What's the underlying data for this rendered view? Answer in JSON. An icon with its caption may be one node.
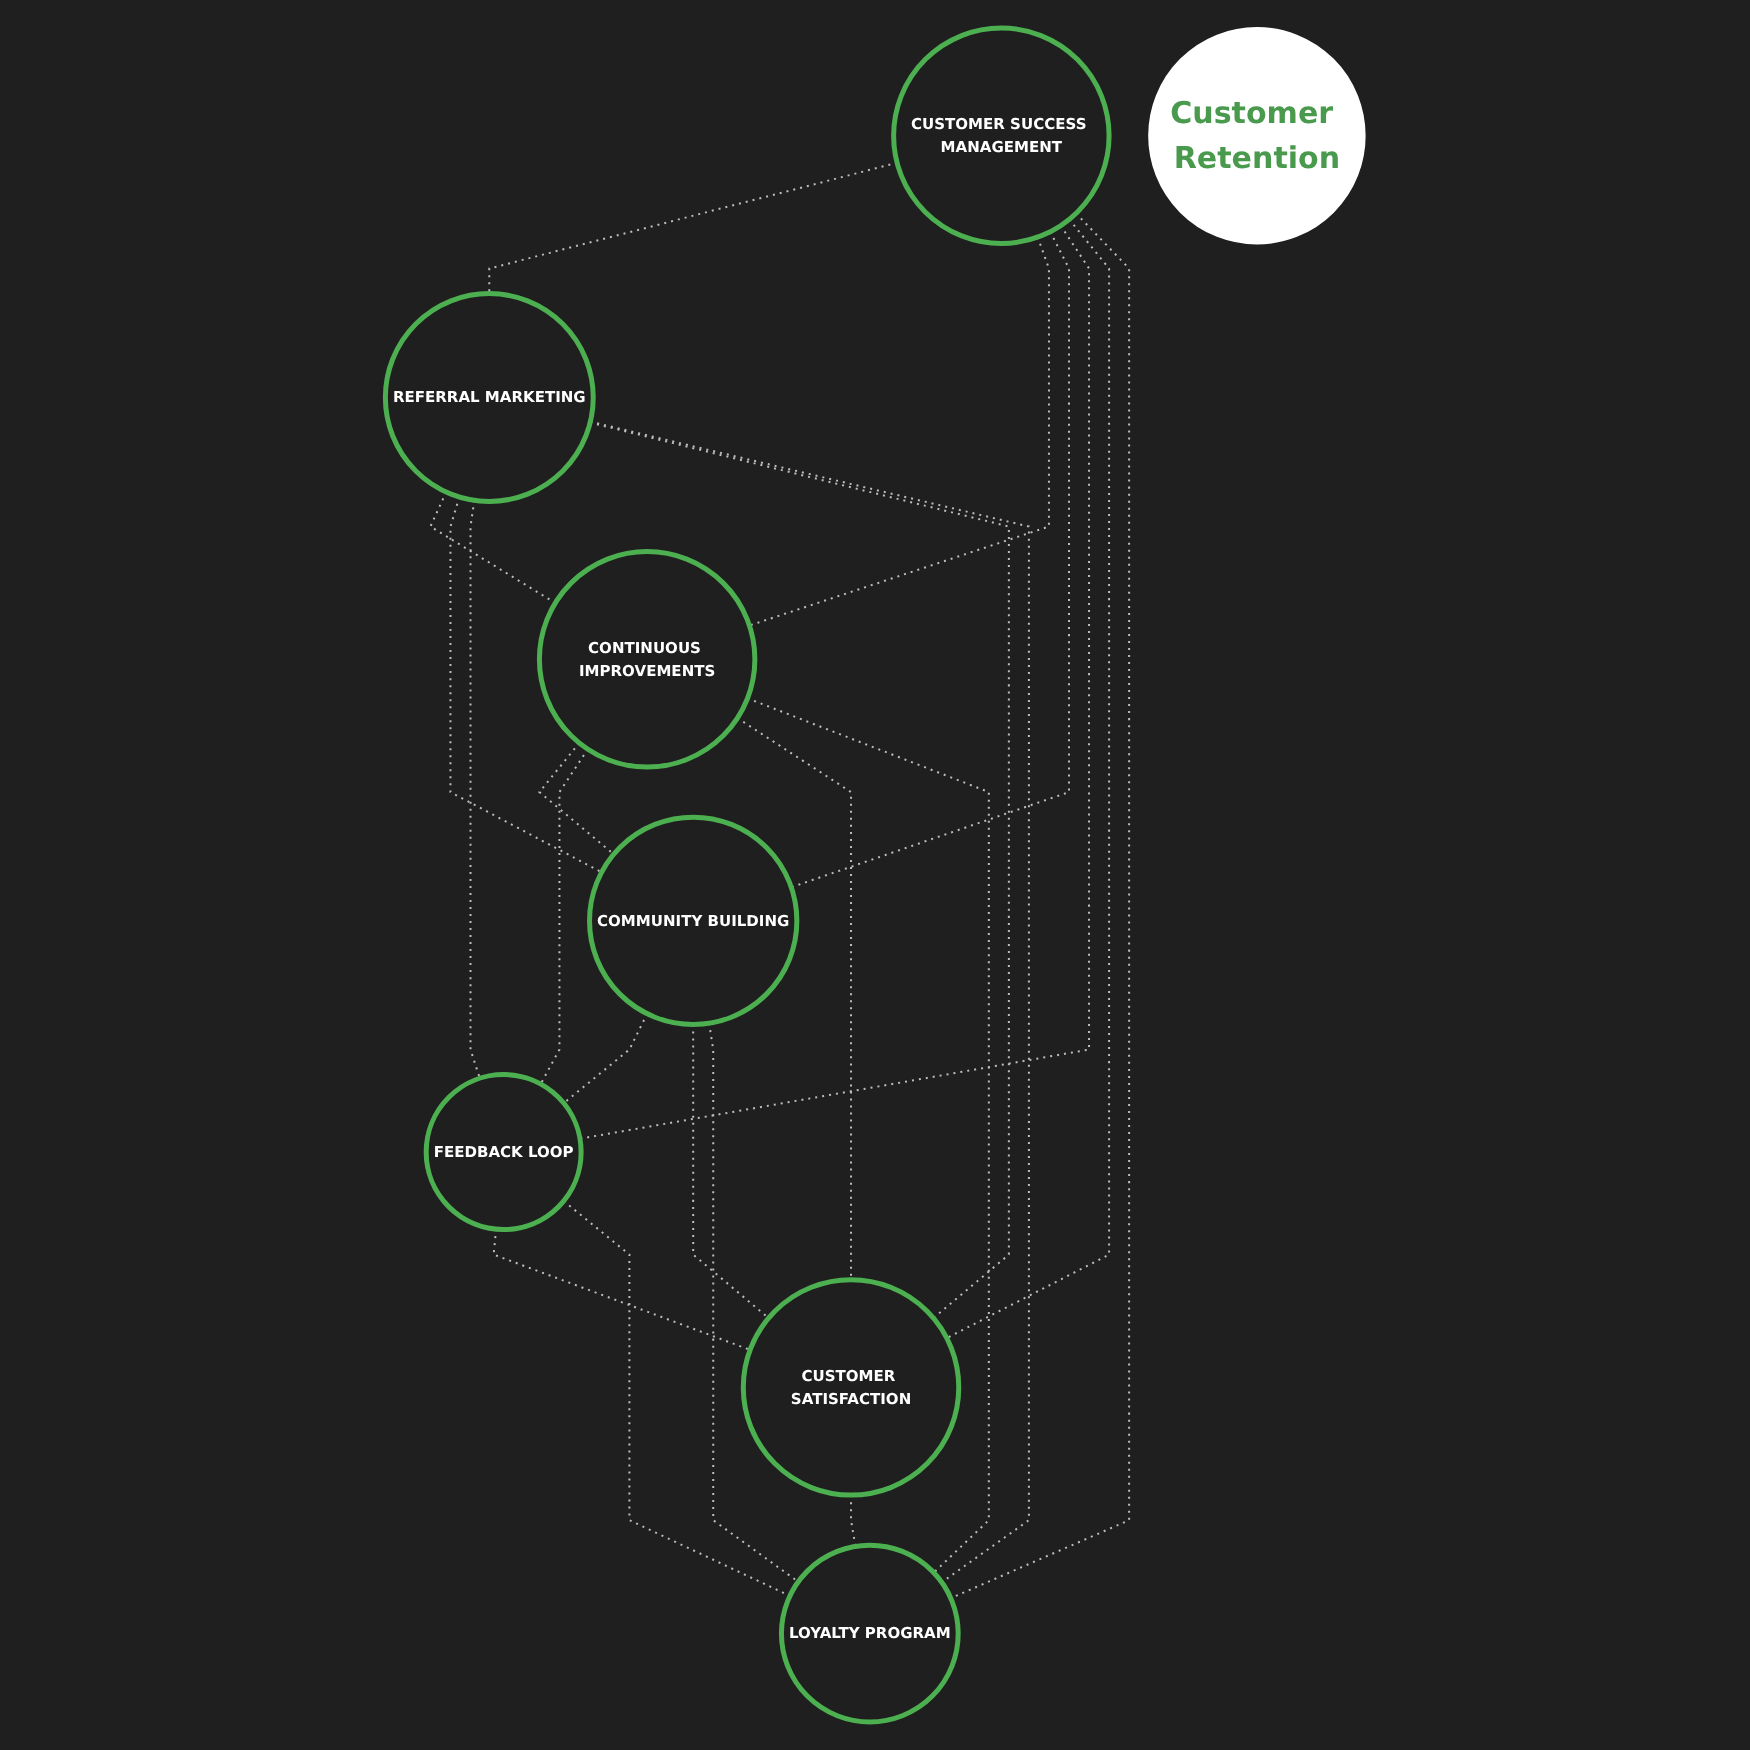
{
  "diagram": {
    "nodes": [
      {
        "text": [
          "CUSTOMER SUCCESS MANAGEMENT"
        ]
      },
      {
        "text": [
          "REFERRAL MARKETING"
        ]
      },
      {
        "text": [
          "CONTINUOUS IMPROVEMENTS"
        ]
      },
      {
        "text": [
          "Customer Retention"
        ]
      },
      {
        "text": [
          "COMMUNITY BUILDING"
        ]
      },
      {
        "text": [
          "FEEDBACK LOOP"
        ]
      },
      {
        "text": [
          "CUSTOMER SATISFACTION"
        ]
      },
      {
        "text": [
          "LOYALTY PROGRAM"
        ]
      }
    ],
    "edges": [
      {
        "from": 0,
        "to": 1,
        "arrow": "none",
        "style": "dashed"
      },
      {
        "from": 0,
        "to": 2,
        "arrow": "none",
        "style": "dashed"
      },
      {
        "from": 0,
        "to": 4,
        "arrow": "none",
        "style": "dashed"
      },
      {
        "from": 0,
        "to": 5,
        "arrow": "none",
        "style": "dashed"
      },
      {
        "from": 0,
        "to": 6,
        "arrow": "none",
        "style": "dashed"
      },
      {
        "from": 0,
        "to": 7,
        "arrow": "none",
        "style": "dashed"
      },
      {
        "from": 1,
        "to": 2,
        "arrow": "none",
        "style": "dashed"
      },
      {
        "from": 1,
        "to": 4,
        "arrow": "none",
        "style": "dashed"
      },
      {
        "from": 1,
        "to": 5,
        "arrow": "none",
        "style": "dashed"
      },
      {
        "from": 1,
        "to": 6,
        "arrow": "none",
        "style": "dashed"
      },
      {
        "from": 1,
        "to": 7,
        "arrow": "none",
        "style": "dashed"
      },
      {
        "from": 2,
        "to": 4,
        "arrow": "none",
        "style": "dashed"
      },
      {
        "from": 2,
        "to": 5,
        "arrow": "none",
        "style": "dashed"
      },
      {
        "from": 2,
        "to": 6,
        "arrow": "none",
        "style": "dashed"
      },
      {
        "from": 2,
        "to": 7,
        "arrow": "none",
        "style": "dashed"
      },
      {
        "from": 4,
        "to": 5,
        "arrow": "none",
        "style": "dashed"
      },
      {
        "from": 4,
        "to": 6,
        "arrow": "none",
        "style": "dashed"
      },
      {
        "from": 4,
        "to": 7,
        "arrow": "none",
        "style": "dashed"
      },
      {
        "from": 5,
        "to": 6,
        "arrow": "none",
        "style": "dashed"
      },
      {
        "from": 5,
        "to": 7,
        "arrow": "none",
        "style": "dashed"
      },
      {
        "from": 6,
        "to": 7,
        "arrow": "none",
        "style": "dashed"
      }
    ]
  }
}
